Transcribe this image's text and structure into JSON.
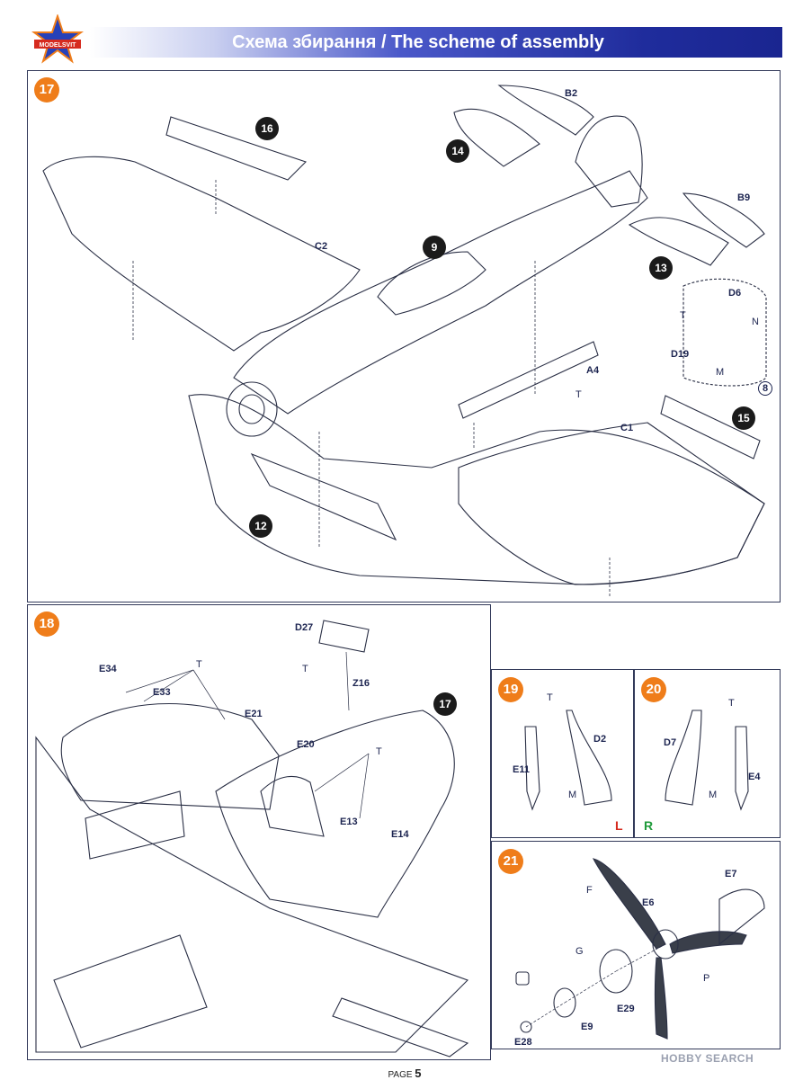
{
  "header": {
    "title": "Схема збирання / The scheme of assembly",
    "logo_text": "MODELSVIT"
  },
  "steps": {
    "s17": {
      "badge": "17",
      "sub_badges": {
        "b16": "16",
        "b14": "14",
        "b9": "9",
        "b13": "13",
        "b15": "15",
        "b12": "12",
        "b8": "8"
      },
      "parts": {
        "B2": "B2",
        "B9": "B9",
        "C2": "C2",
        "C1": "C1",
        "A4": "A4",
        "D6": "D6",
        "D19": "D19"
      },
      "paints": {
        "T1": "T",
        "T2": "T",
        "M": "M",
        "N": "N"
      }
    },
    "s18": {
      "badge": "18",
      "ref": "17",
      "parts": {
        "D27": "D27",
        "Z16": "Z16",
        "E34": "E34",
        "E33": "E33",
        "E21": "E21",
        "E20": "E20",
        "E13": "E13",
        "E14": "E14"
      },
      "paints": {
        "T1": "T",
        "T2": "T",
        "T3": "T"
      }
    },
    "s19": {
      "badge": "19",
      "parts": {
        "E11": "E11",
        "D2": "D2"
      },
      "paints": {
        "T": "T",
        "M": "M"
      },
      "side": "L",
      "side_color": "#d62b1f"
    },
    "s20": {
      "badge": "20",
      "parts": {
        "D7": "D7",
        "E4": "E4"
      },
      "paints": {
        "T": "T",
        "M": "M"
      },
      "side": "R",
      "side_color": "#1f9a3a"
    },
    "s21": {
      "badge": "21",
      "parts": {
        "E7": "E7",
        "E6": "E6",
        "E29": "E29",
        "E9": "E9",
        "E28": "E28"
      },
      "paints": {
        "F": "F",
        "G": "G",
        "P": "P"
      }
    }
  },
  "footer": {
    "page_label": "PAGE",
    "page_number": "5",
    "watermark": "HOBBY SEARCH"
  },
  "colors": {
    "accent": "#ef7d1a",
    "header_dark": "#1f2c9c",
    "line": "#333a5a"
  }
}
